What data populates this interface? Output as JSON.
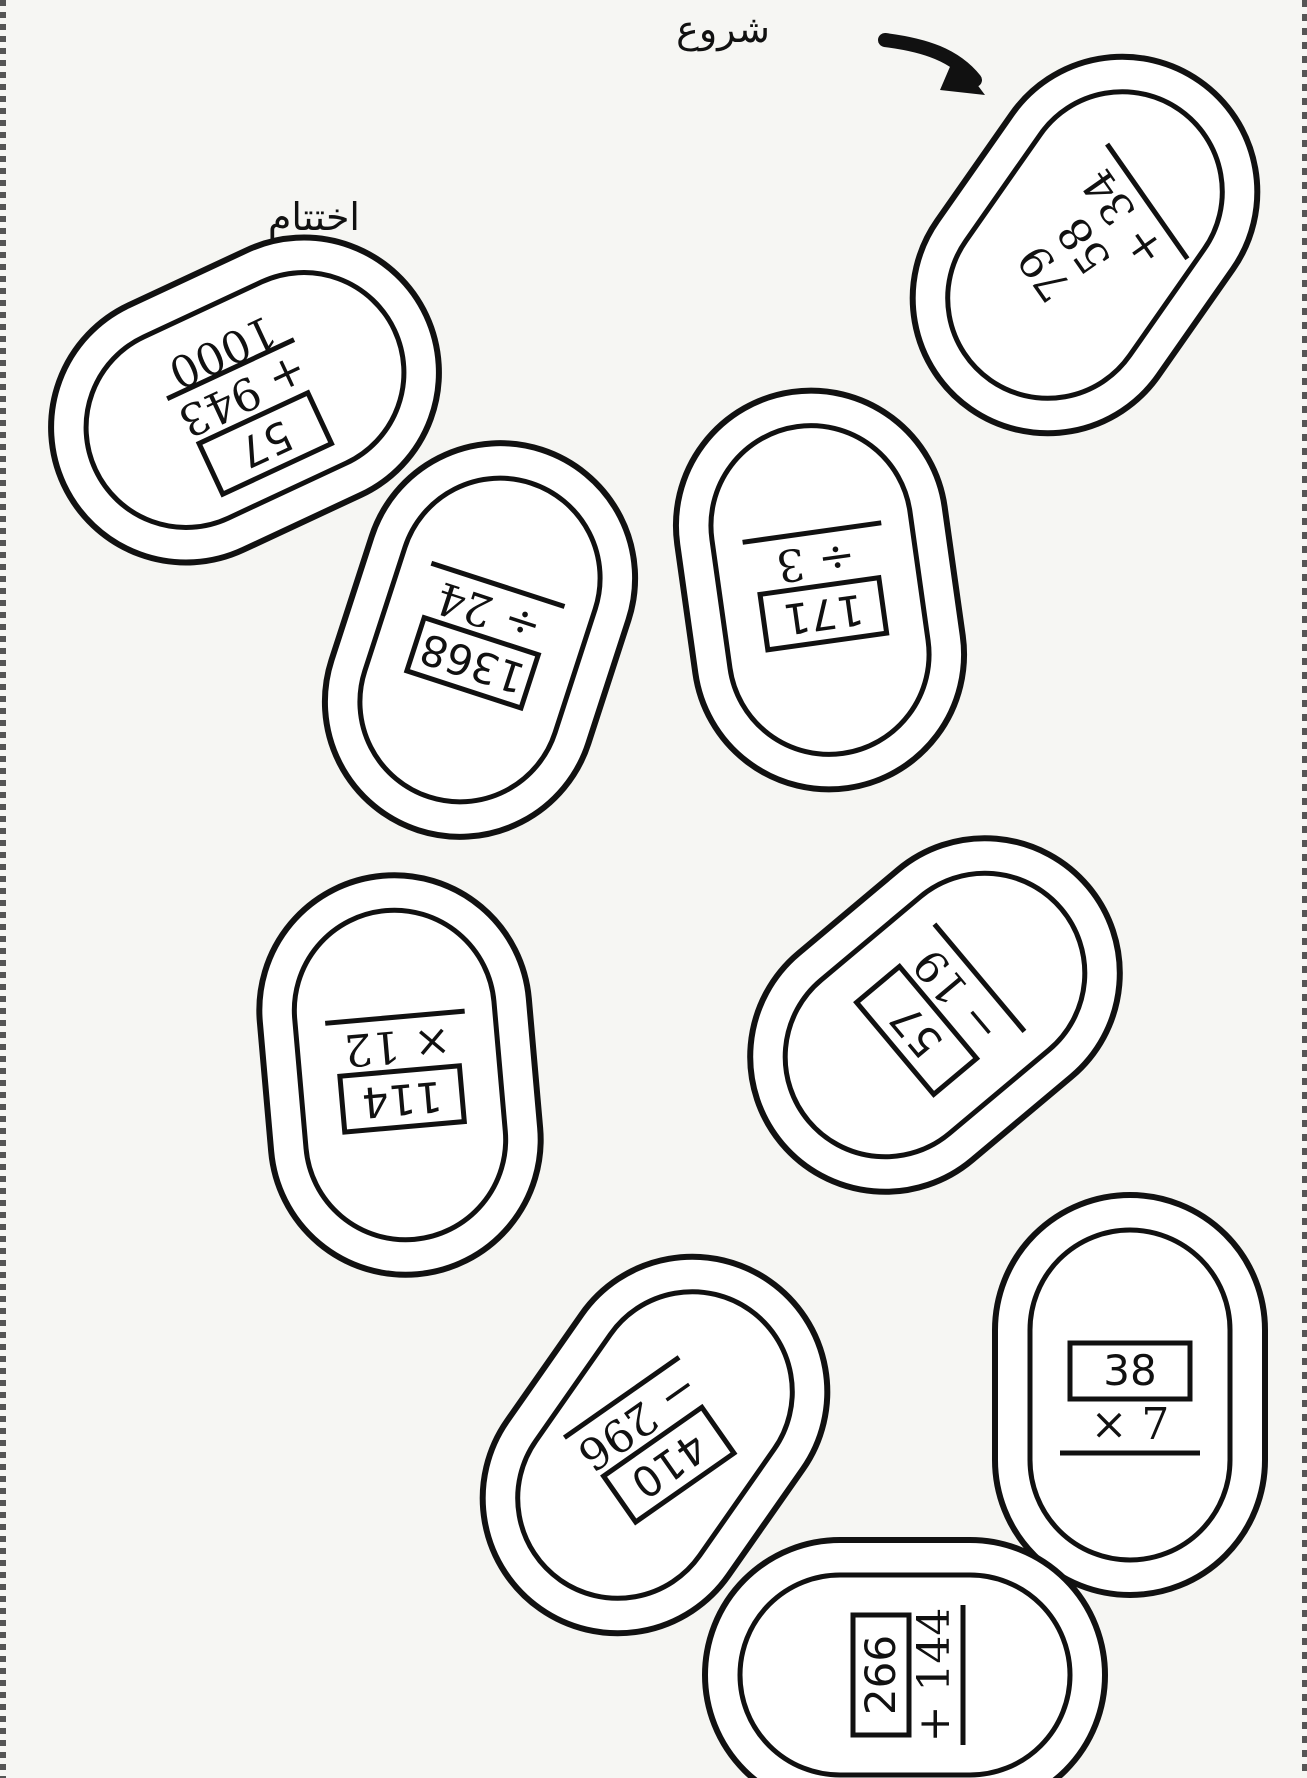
{
  "labels": {
    "start": "شروع",
    "end": "اختتام"
  },
  "links": [
    {
      "id": "link-1",
      "lines": [
        "79",
        "58",
        "+ 34"
      ],
      "answer": ""
    },
    {
      "id": "link-2",
      "lines": [
        "÷ 3"
      ],
      "answer": "171"
    },
    {
      "id": "link-3",
      "lines": [
        "− 19"
      ],
      "answer": "57"
    },
    {
      "id": "link-4",
      "lines": [
        "× 7"
      ],
      "answer": "38"
    },
    {
      "id": "link-5",
      "lines": [
        "+ 144"
      ],
      "answer": "266"
    },
    {
      "id": "link-6",
      "lines": [
        "− 296"
      ],
      "answer": "410"
    },
    {
      "id": "link-7",
      "lines": [
        "× 12"
      ],
      "answer": "114"
    },
    {
      "id": "link-8",
      "lines": [
        "÷ 24"
      ],
      "answer": "1368"
    },
    {
      "id": "link-9",
      "lines": [
        "+ 943",
        "1000"
      ],
      "answer": "57"
    }
  ]
}
